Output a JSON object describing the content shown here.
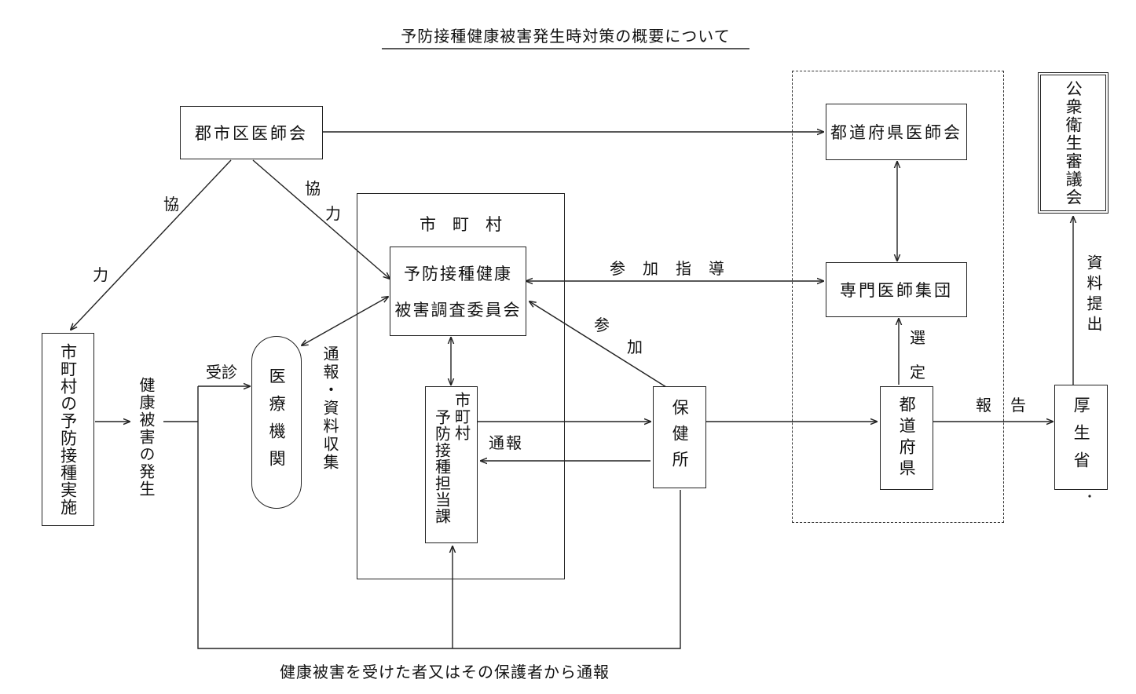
{
  "title": "予防接種健康被害発生時対策の概要について",
  "nodes": {
    "county_medical": "郡市区医師会",
    "prefectural_medical": "都道府県医師会",
    "public_health_council": "公衆衛生審議会",
    "municipality_frame": "市　町　村",
    "committee_line1": "予防接種健康",
    "committee_line2": "被害調査委員会",
    "specialist_group": "専門医師集団",
    "municipal_vaccination": "市町村の予防接種実施",
    "medical_institution": "医療機関",
    "section_line1": "市町村",
    "section_line2": "予防接種担当課",
    "health_center": "保健所",
    "prefecture": "都道府県",
    "mhw": "厚生省"
  },
  "labels": {
    "coop_a1": "協",
    "coop_a2": "力",
    "coop_b1": "協",
    "coop_b2": "力",
    "participation_guidance": "参　加　指　導",
    "participate1": "参",
    "participate2": "加",
    "health_damage": "健康被害の発生",
    "consultation": "受診",
    "notice_collection": "通報・資料収集",
    "notice": "通報",
    "selection1": "選",
    "selection2": "定",
    "report": "報　告",
    "submit_materials": "資料提出",
    "bottom_notice": "健康被害を受けた者又はその保護者から通報"
  },
  "colors": {
    "ink": "#222222",
    "paper": "#ffffff"
  }
}
